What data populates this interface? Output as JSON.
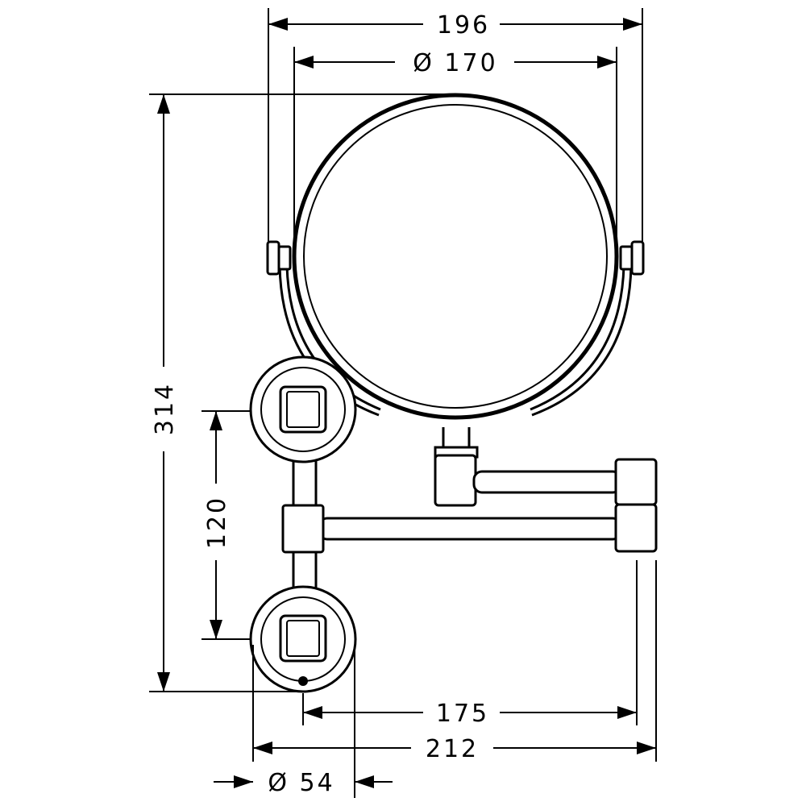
{
  "dimensions": {
    "mirror_width": "196",
    "mirror_diameter": "Ø  170",
    "total_height": "314",
    "mount_spacing": "120",
    "arm_reach": "175",
    "total_depth": "212",
    "rosette_diameter": "Ø  54"
  }
}
